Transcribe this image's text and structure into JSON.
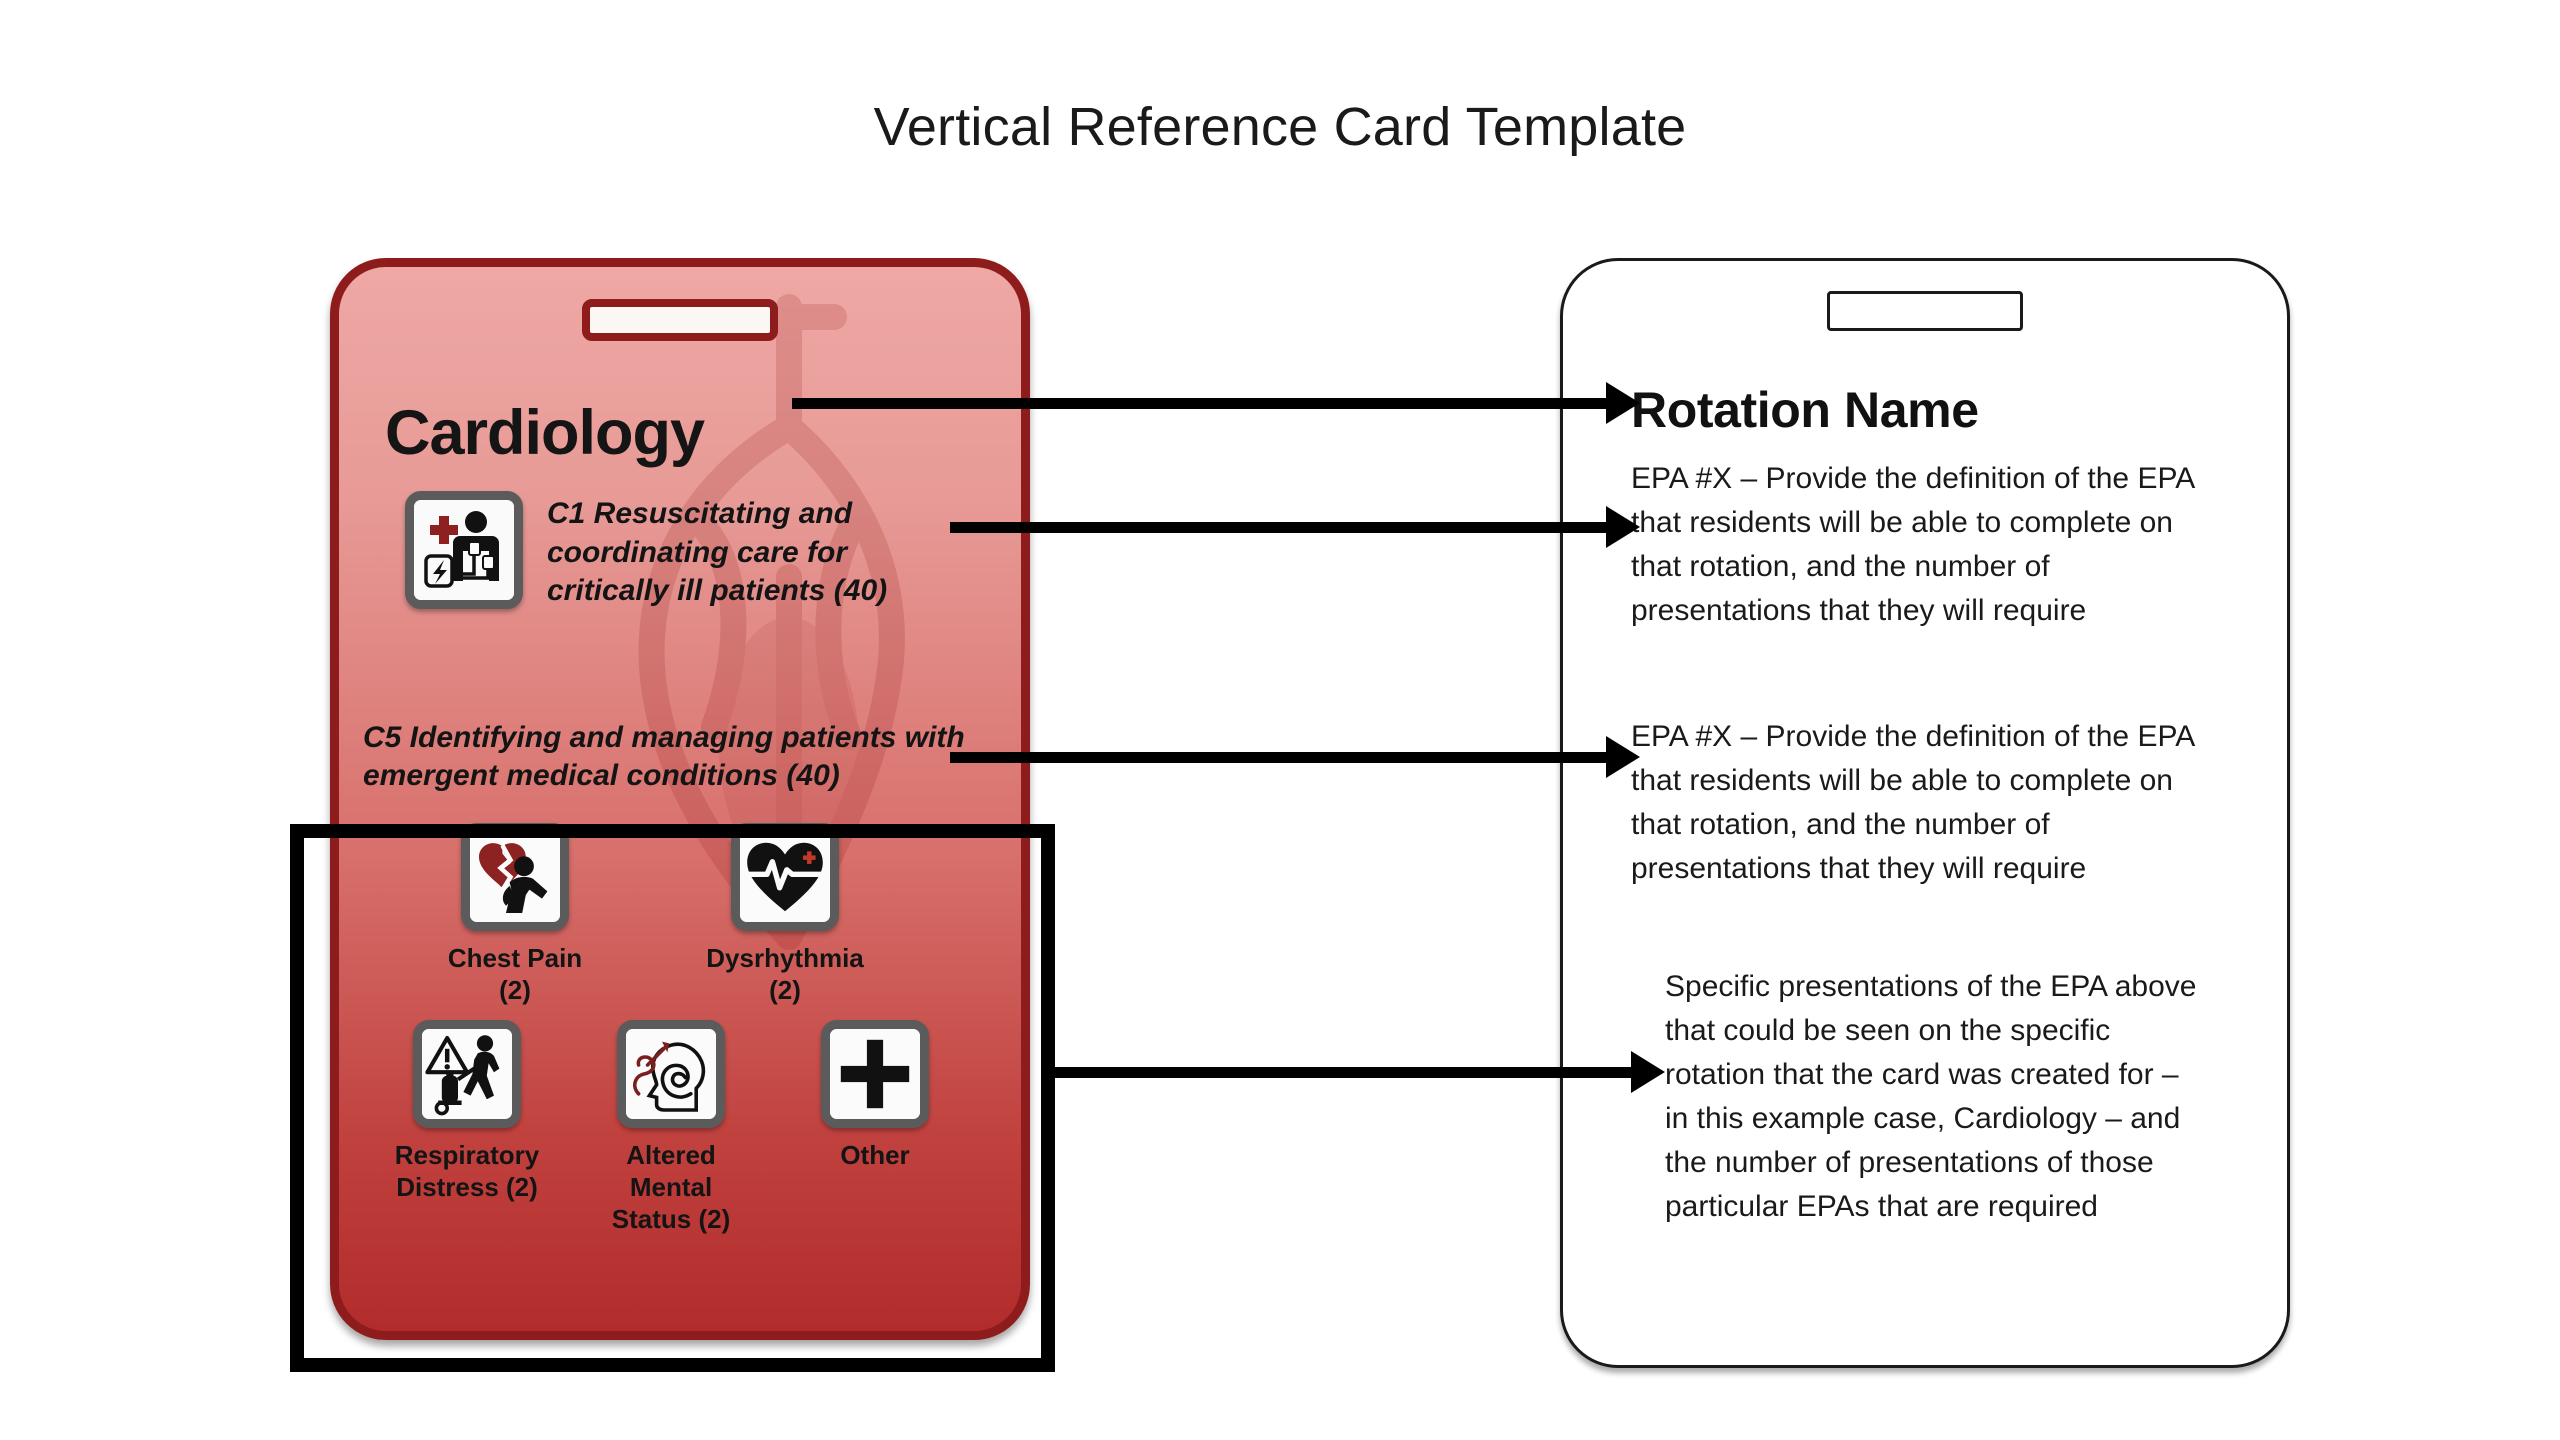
{
  "page": {
    "title": "Vertical Reference Card Template",
    "background_color": "#ffffff"
  },
  "badge_card": {
    "heading": "Cardiology",
    "border_color": "#8F1C1C",
    "gradient_from": "#EFA8A4",
    "gradient_to": "#B22C2C",
    "slot_label": "badge-slot",
    "watermark": "anatomical-heart-watermark",
    "epas": [
      {
        "code": "C1",
        "text": "Resuscitating and coordinating care for critically ill patients",
        "count": "(40)",
        "full": "C1 Resuscitating and coordinating care for critically ill patients (40)",
        "icon": "resuscitation-defibrillator-icon"
      },
      {
        "code": "C5",
        "text": "Identifying and managing patients with emergent medical conditions",
        "count": "(40)",
        "full": "C5 Identifying and managing patients with emergent medical conditions (40)",
        "icon": null
      }
    ],
    "presentations": [
      {
        "label": "Chest Pain",
        "count": "(2)",
        "icon": "broken-heart-chest-pain-icon"
      },
      {
        "label": "Dysrhythmia",
        "count": "(2)",
        "icon": "heart-ecg-rhythm-icon"
      },
      {
        "label": "Respiratory",
        "label2": "Distress (2)",
        "count": "(2)",
        "icon": "oxygen-tank-warning-icon"
      },
      {
        "label": "Altered Mental",
        "label2": "Status (2)",
        "count": "(2)",
        "icon": "head-spiral-confusion-icon"
      },
      {
        "label": "Other",
        "label2": "",
        "count": "",
        "icon": "plus-other-icon"
      }
    ]
  },
  "highlight_box": {
    "name": "presentation-highlight-box",
    "color": "#000000"
  },
  "explainer_card": {
    "title": "Rotation Name",
    "border_color": "#1a1a1a",
    "paragraphs": [
      "EPA #X – Provide the definition of the EPA that residents will be able to complete on that rotation, and the number of presentations that they will require",
      "EPA #X – Provide the definition of the EPA that residents will be able to complete on that rotation, and the number of presentations that they will require",
      "Specific presentations of the EPA above that could be seen on the specific rotation that the card was created for – in this example case, Cardiology – and the number of presentations of those particular EPAs that are required"
    ]
  },
  "annotations": {
    "arrows": [
      {
        "name": "arrow-rotation-name",
        "from": "card-heading",
        "to": "explainer-title"
      },
      {
        "name": "arrow-epa-c1",
        "from": "epa-c1-text",
        "to": "explainer-paragraph-1"
      },
      {
        "name": "arrow-epa-c5",
        "from": "epa-c5-text",
        "to": "explainer-paragraph-2"
      },
      {
        "name": "arrow-presentations",
        "from": "presentation-highlight-box",
        "to": "explainer-paragraph-3"
      }
    ]
  }
}
